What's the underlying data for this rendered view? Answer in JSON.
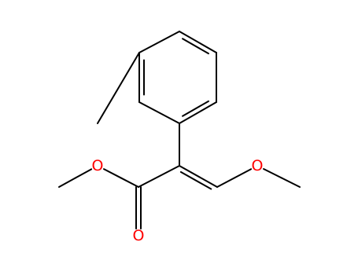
{
  "colors": {
    "carbon": "#000000",
    "oxygen": "#ff0000",
    "background": "#ffffff"
  },
  "structure": {
    "atoms": [
      {
        "id": "a1",
        "element": "C"
      },
      {
        "id": "a2",
        "element": "C"
      },
      {
        "id": "a3",
        "element": "C"
      },
      {
        "id": "a4",
        "element": "C"
      },
      {
        "id": "a5",
        "element": "C"
      },
      {
        "id": "a6",
        "element": "C"
      },
      {
        "id": "a7",
        "element": "C"
      },
      {
        "id": "a8",
        "element": "C"
      },
      {
        "id": "a9",
        "element": "C"
      },
      {
        "id": "a10",
        "element": "O",
        "label": "O"
      },
      {
        "id": "a11",
        "element": "C"
      },
      {
        "id": "a12",
        "element": "C"
      },
      {
        "id": "a13",
        "element": "O",
        "label": "O"
      },
      {
        "id": "a14",
        "element": "O",
        "label": "O"
      },
      {
        "id": "a15",
        "element": "C"
      }
    ],
    "bonds": [
      {
        "from": "a1",
        "to": "a2",
        "order": 2
      },
      {
        "from": "a2",
        "to": "a3",
        "order": 1
      },
      {
        "from": "a3",
        "to": "a4",
        "order": 2
      },
      {
        "from": "a4",
        "to": "a5",
        "order": 1
      },
      {
        "from": "a5",
        "to": "a6",
        "order": 2
      },
      {
        "from": "a6",
        "to": "a1",
        "order": 1
      },
      {
        "from": "a5",
        "to": "a7",
        "order": 1
      },
      {
        "from": "a1",
        "to": "a8",
        "order": 1
      },
      {
        "from": "a8",
        "to": "a9",
        "order": 2
      },
      {
        "from": "a9",
        "to": "a10",
        "order": 1
      },
      {
        "from": "a10",
        "to": "a11",
        "order": 1
      },
      {
        "from": "a8",
        "to": "a12",
        "order": 1
      },
      {
        "from": "a12",
        "to": "a13",
        "order": 2
      },
      {
        "from": "a12",
        "to": "a14",
        "order": 1
      },
      {
        "from": "a14",
        "to": "a15",
        "order": 1
      }
    ]
  }
}
